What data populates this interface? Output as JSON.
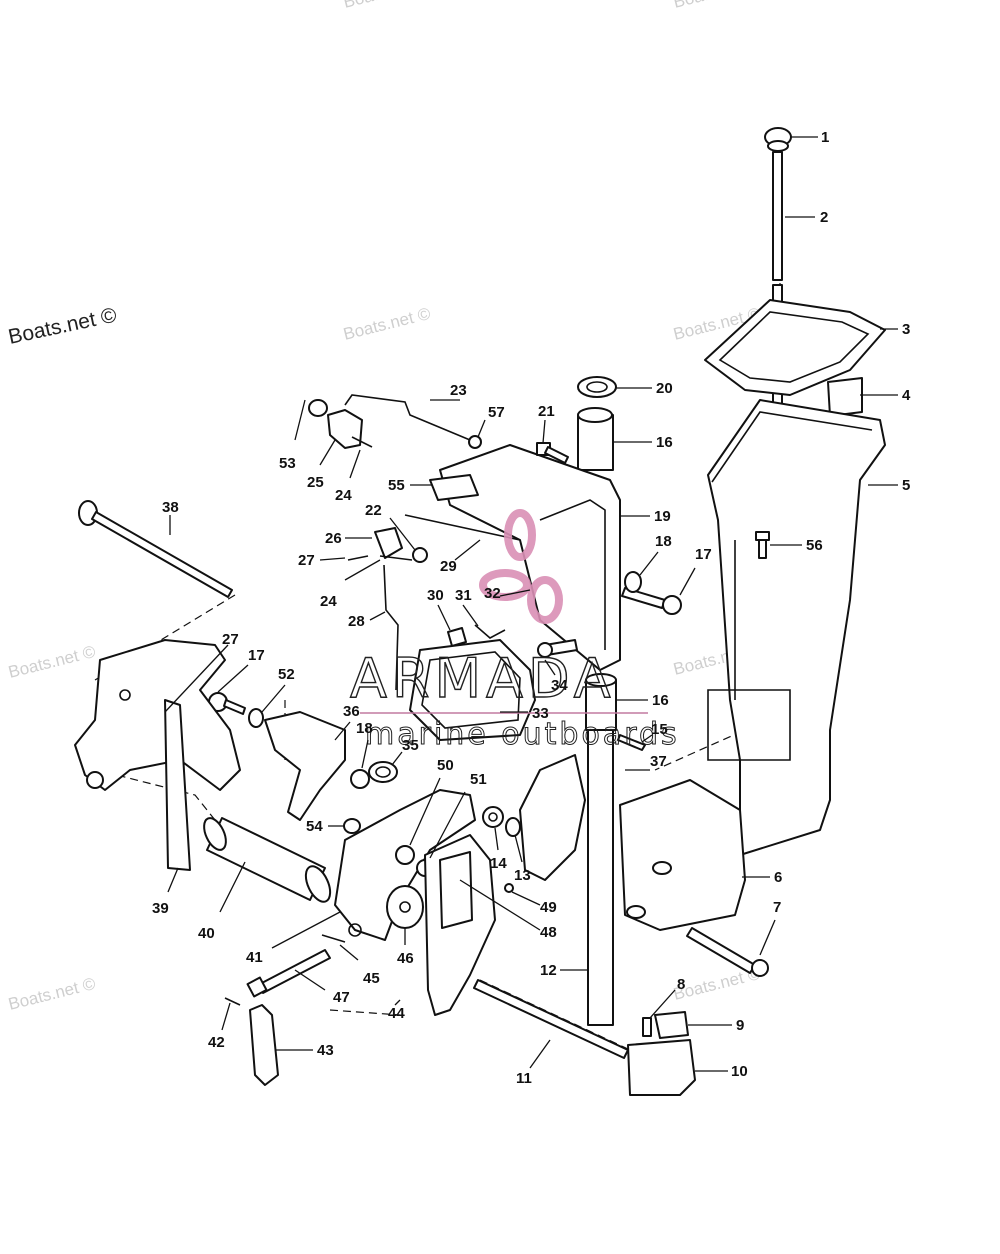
{
  "watermarks": {
    "main": "Boats.net ©",
    "repeat": "Boats.net ©"
  },
  "brand_logo": {
    "name": "ARMADA",
    "tagline": "marine outboards"
  },
  "callouts": [
    {
      "num": "1"
    },
    {
      "num": "2"
    },
    {
      "num": "3"
    },
    {
      "num": "4"
    },
    {
      "num": "5"
    },
    {
      "num": "6"
    },
    {
      "num": "7"
    },
    {
      "num": "8"
    },
    {
      "num": "9"
    },
    {
      "num": "10"
    },
    {
      "num": "11"
    },
    {
      "num": "12"
    },
    {
      "num": "13"
    },
    {
      "num": "14"
    },
    {
      "num": "15"
    },
    {
      "num": "16"
    },
    {
      "num": "16"
    },
    {
      "num": "17"
    },
    {
      "num": "17"
    },
    {
      "num": "18"
    },
    {
      "num": "18"
    },
    {
      "num": "19"
    },
    {
      "num": "20"
    },
    {
      "num": "21"
    },
    {
      "num": "22"
    },
    {
      "num": "23"
    },
    {
      "num": "24"
    },
    {
      "num": "24"
    },
    {
      "num": "25"
    },
    {
      "num": "26"
    },
    {
      "num": "27"
    },
    {
      "num": "27"
    },
    {
      "num": "28"
    },
    {
      "num": "29"
    },
    {
      "num": "30"
    },
    {
      "num": "31"
    },
    {
      "num": "32"
    },
    {
      "num": "33"
    },
    {
      "num": "34"
    },
    {
      "num": "35"
    },
    {
      "num": "36"
    },
    {
      "num": "37"
    },
    {
      "num": "38"
    },
    {
      "num": "39"
    },
    {
      "num": "40"
    },
    {
      "num": "41"
    },
    {
      "num": "42"
    },
    {
      "num": "43"
    },
    {
      "num": "44"
    },
    {
      "num": "45"
    },
    {
      "num": "46"
    },
    {
      "num": "47"
    },
    {
      "num": "48"
    },
    {
      "num": "49"
    },
    {
      "num": "50"
    },
    {
      "num": "51"
    },
    {
      "num": "52"
    },
    {
      "num": "53"
    },
    {
      "num": "54"
    },
    {
      "num": "55"
    },
    {
      "num": "56"
    },
    {
      "num": "57"
    }
  ]
}
